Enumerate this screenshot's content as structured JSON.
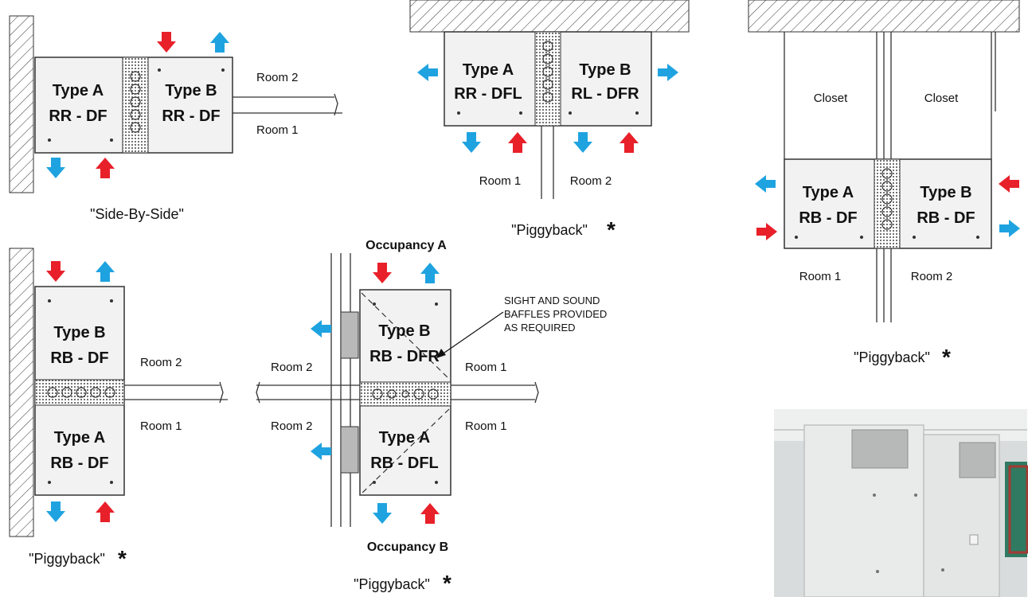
{
  "diagrams": {
    "side_by_side": {
      "unit_a": {
        "name": "Type A",
        "code": "RR - DF"
      },
      "unit_b": {
        "name": "Type B",
        "code": "RR - DF"
      },
      "room_top": "Room 2",
      "room_bottom": "Room 1",
      "caption": "\"Side-By-Side\""
    },
    "piggyback_top": {
      "unit_a": {
        "name": "Type A",
        "code": "RR - DFL"
      },
      "unit_b": {
        "name": "Type B",
        "code": "RL - DFR"
      },
      "room_left": "Room 1",
      "room_right": "Room 2",
      "caption": "\"Piggyback\"",
      "star": "*"
    },
    "piggyback_closet": {
      "closet_left": "Closet",
      "closet_right": "Closet",
      "unit_a": {
        "name": "Type A",
        "code": "RB - DF"
      },
      "unit_b": {
        "name": "Type B",
        "code": "RB - DF"
      },
      "room_left": "Room 1",
      "room_right": "Room 2",
      "caption": "\"Piggyback\"",
      "star": "*"
    },
    "piggyback_stacked": {
      "unit_b": {
        "name": "Type B",
        "code": "RB - DF"
      },
      "unit_a": {
        "name": "Type A",
        "code": "RB - DF"
      },
      "room_top": "Room 2",
      "room_bottom": "Room 1",
      "caption": "\"Piggyback\"",
      "star": "*"
    },
    "piggyback_occupancy": {
      "occupancy_a": "Occupancy A",
      "occupancy_b": "Occupancy B",
      "unit_b": {
        "name": "Type B",
        "code": "RB - DFR"
      },
      "unit_a": {
        "name": "Type A",
        "code": "RB - DFL"
      },
      "room_left_top": "Room 2",
      "room_left_bottom": "Room 2",
      "room_right_top": "Room 1",
      "room_right_bottom": "Room 1",
      "note_line1": "SIGHT AND SOUND",
      "note_line2": "BAFFLES PROVIDED",
      "note_line3": "AS REQUIRED",
      "caption": "\"Piggyback\"",
      "star": "*"
    }
  },
  "colors": {
    "supply_arrow": "#1fa3e0",
    "return_arrow": "#e8202a"
  }
}
